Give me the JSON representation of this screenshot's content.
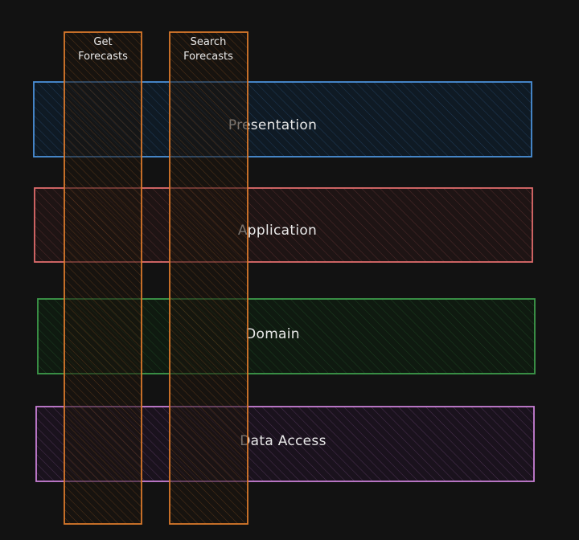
{
  "layers": [
    {
      "label": "Presentation",
      "color": "#4a90d9"
    },
    {
      "label": "Application",
      "color": "#e06c6c"
    },
    {
      "label": "Domain",
      "color": "#3d9a4a"
    },
    {
      "label": "Data Access",
      "color": "#c97fd6"
    }
  ],
  "slices": [
    {
      "line1": "Get",
      "line2": "Forecasts",
      "color": "#d9782b"
    },
    {
      "line1": "Search",
      "line2": "Forecasts",
      "color": "#d9782b"
    }
  ]
}
